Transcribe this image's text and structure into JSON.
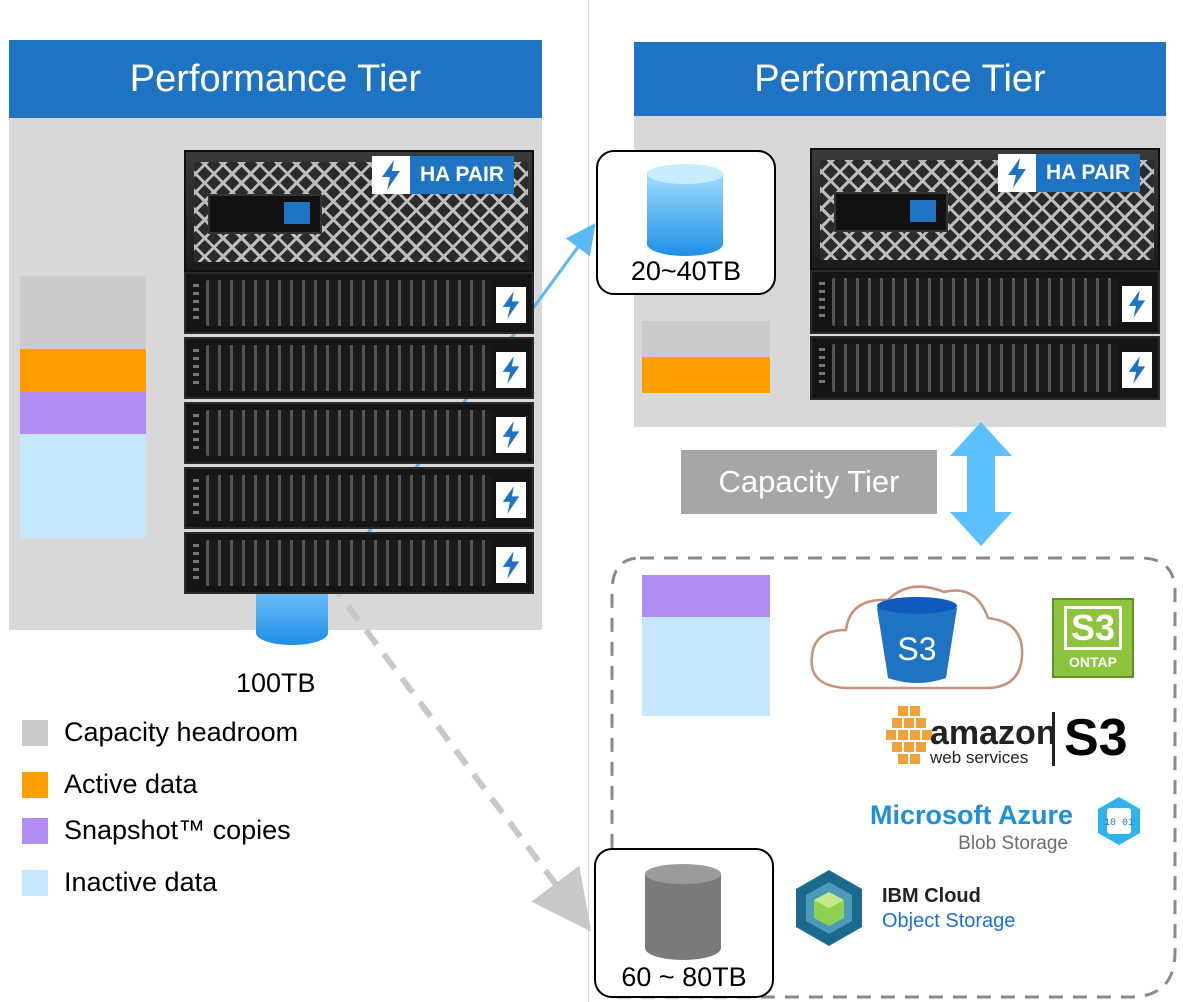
{
  "left": {
    "tier_label": "Performance Tier",
    "volume_label": "100TB",
    "ha_pair_label": "HA PAIR"
  },
  "right": {
    "tier_label": "Performance Tier",
    "ha_pair_label": "HA PAIR",
    "hot_volume_label": "20~40TB",
    "cold_volume_label": "60 ~ 80TB",
    "capacity_tier_label": "Capacity Tier"
  },
  "legend": [
    {
      "label": "Capacity headroom",
      "color": "#cbcbcb"
    },
    {
      "label": "Active data",
      "color": "#ff9e00"
    },
    {
      "label": "Snapshot™ copies",
      "color": "#b18cf2"
    },
    {
      "label": "Inactive data",
      "color": "#c4e7fd"
    }
  ],
  "cloud_providers": {
    "s3_bucket_label": "S3",
    "s3_ontap": {
      "top": "S3",
      "bottom": "ONTAP"
    },
    "aws": {
      "name": "amazon",
      "sub": "web services",
      "s3": "S3"
    },
    "azure": {
      "name": "Microsoft Azure",
      "sub": "Blob Storage",
      "icon_text": "10 01"
    },
    "ibm": {
      "name": "IBM Cloud",
      "sub": "Object Storage"
    }
  },
  "colors": {
    "tier_header": "#1f73c3",
    "panel": "#d8d8d8",
    "arrow": "#5bb8f5",
    "dashed_arrow": "#c8c8c8",
    "capacity_tier": "#a6a6a6"
  }
}
